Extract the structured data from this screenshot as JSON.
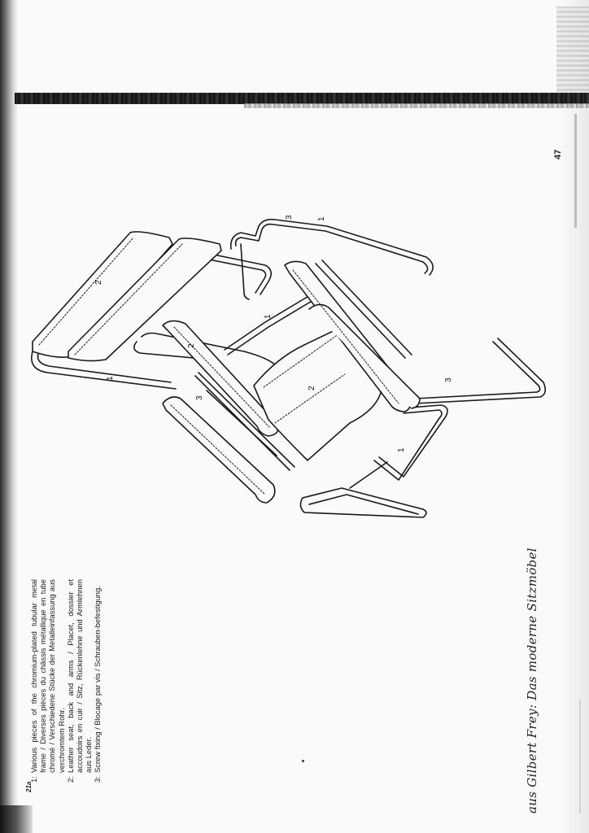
{
  "page": {
    "page_number": "47",
    "figure_number": "21a"
  },
  "caption": {
    "items": [
      {
        "num": "1:",
        "text": "Various pieces of the chromium-plated tubular metal frame / Diverses pièces du châssis métallique en tube chromé / Verschiedene Stücke der Metalleinfassung aus verchromtem Rohr."
      },
      {
        "num": "2:",
        "text": "Leather seat, back and arms / Placet, dossier et accoudoirs en cuir / Sitz, Rückenlehne und Armlehnen aus Leder."
      },
      {
        "num": "3:",
        "text": "Screw fixing / Blocage par vis / Schrauben-befestigung."
      }
    ]
  },
  "handwritten_note": "aus Gilbert Frey: Das moderne Sitzmöbel",
  "diagram": {
    "part_labels": [
      "1",
      "1",
      "1",
      "1",
      "2",
      "2",
      "2",
      "3",
      "3",
      "3"
    ]
  }
}
